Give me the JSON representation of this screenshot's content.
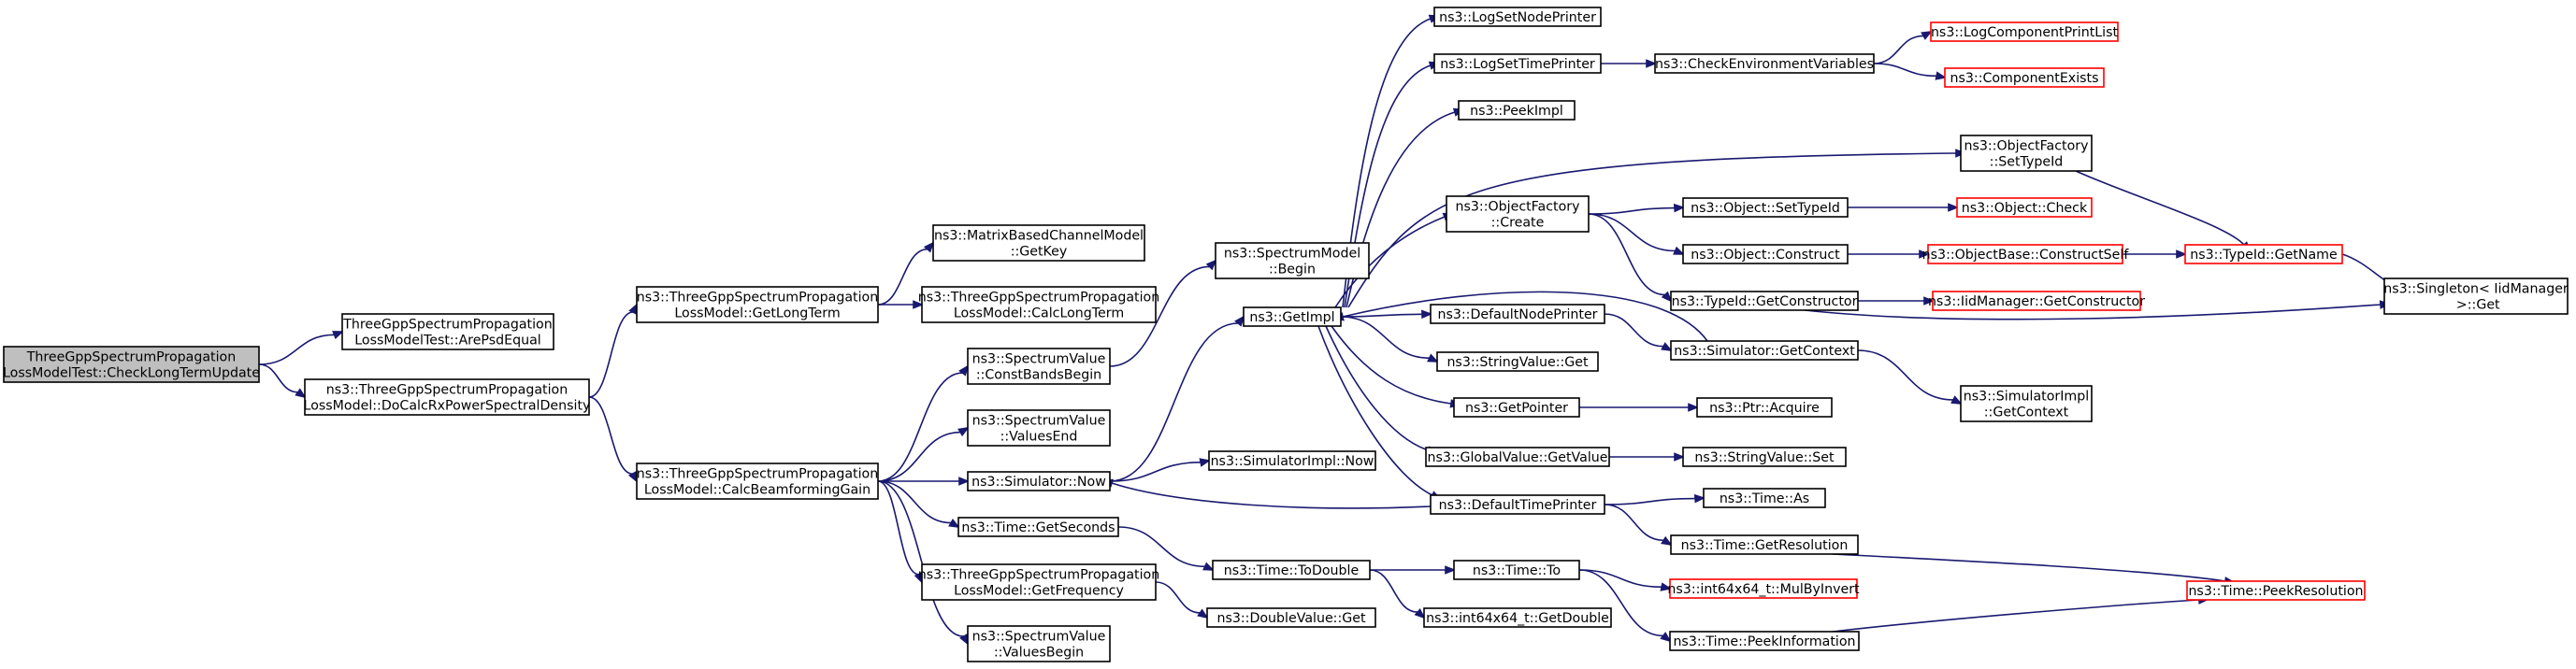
{
  "diagram": {
    "colors": {
      "node_fill": "#ffffff",
      "root_fill": "#bfbfbf",
      "node_border": "#000000",
      "truncated_border": "#ff0000",
      "edge": "#191970"
    },
    "nodes": [
      {
        "id": "root",
        "label": [
          "ThreeGppSpectrumPropagation",
          "LossModelTest::CheckLongTermUpdate"
        ],
        "root": true
      },
      {
        "id": "arePsdEqual",
        "label": [
          "ThreeGppSpectrumPropagation",
          "LossModelTest::ArePsdEqual"
        ]
      },
      {
        "id": "doCalcRx",
        "label": [
          "ns3::ThreeGppSpectrumPropagation",
          "LossModel::DoCalcRxPowerSpectralDensity"
        ]
      },
      {
        "id": "getLongTerm",
        "label": [
          "ns3::ThreeGppSpectrumPropagation",
          "LossModel::GetLongTerm"
        ]
      },
      {
        "id": "calcBf",
        "label": [
          "ns3::ThreeGppSpectrumPropagation",
          "LossModel::CalcBeamformingGain"
        ]
      },
      {
        "id": "getKey",
        "label": [
          "ns3::MatrixBasedChannelModel",
          "::GetKey"
        ]
      },
      {
        "id": "calcLongTerm",
        "label": [
          "ns3::ThreeGppSpectrumPropagation",
          "LossModel::CalcLongTerm"
        ]
      },
      {
        "id": "constBandsBegin",
        "label": [
          "ns3::SpectrumValue",
          "::ConstBandsBegin"
        ]
      },
      {
        "id": "valuesEnd",
        "label": [
          "ns3::SpectrumValue",
          "::ValuesEnd"
        ]
      },
      {
        "id": "simNow",
        "label": [
          "ns3::Simulator::Now"
        ]
      },
      {
        "id": "getSeconds",
        "label": [
          "ns3::Time::GetSeconds"
        ]
      },
      {
        "id": "getFrequency",
        "label": [
          "ns3::ThreeGppSpectrumPropagation",
          "LossModel::GetFrequency"
        ]
      },
      {
        "id": "valuesBegin",
        "label": [
          "ns3::SpectrumValue",
          "::ValuesBegin"
        ]
      },
      {
        "id": "spectrumModelBegin",
        "label": [
          "ns3::SpectrumModel",
          "::Begin"
        ]
      },
      {
        "id": "getImpl",
        "label": [
          "ns3::GetImpl"
        ]
      },
      {
        "id": "simImplNow",
        "label": [
          "ns3::SimulatorImpl::Now"
        ]
      },
      {
        "id": "toDouble",
        "label": [
          "ns3::Time::ToDouble"
        ]
      },
      {
        "id": "doubleValueGet",
        "label": [
          "ns3::DoubleValue::Get"
        ]
      },
      {
        "id": "logSetNodePrinter",
        "label": [
          "ns3::LogSetNodePrinter"
        ]
      },
      {
        "id": "logSetTimePrinter",
        "label": [
          "ns3::LogSetTimePrinter"
        ]
      },
      {
        "id": "peekImpl",
        "label": [
          "ns3::PeekImpl"
        ]
      },
      {
        "id": "objFactoryCreate",
        "label": [
          "ns3::ObjectFactory",
          "::Create"
        ]
      },
      {
        "id": "defaultNodePrinter",
        "label": [
          "ns3::DefaultNodePrinter"
        ]
      },
      {
        "id": "stringValueGet",
        "label": [
          "ns3::StringValue::Get"
        ]
      },
      {
        "id": "getPointer",
        "label": [
          "ns3::GetPointer"
        ]
      },
      {
        "id": "globalValueGetValue",
        "label": [
          "ns3::GlobalValue::GetValue"
        ]
      },
      {
        "id": "defaultTimePrinter",
        "label": [
          "ns3::DefaultTimePrinter"
        ]
      },
      {
        "id": "timeTo",
        "label": [
          "ns3::Time::To"
        ]
      },
      {
        "id": "int64GetDouble",
        "label": [
          "ns3::int64x64_t::GetDouble"
        ]
      },
      {
        "id": "checkEnvVars",
        "label": [
          "ns3::CheckEnvironmentVariables"
        ]
      },
      {
        "id": "objSetTypeId",
        "label": [
          "ns3::Object::SetTypeId"
        ]
      },
      {
        "id": "objConstruct",
        "label": [
          "ns3::Object::Construct"
        ]
      },
      {
        "id": "typeIdGetConstructor",
        "label": [
          "ns3::TypeId::GetConstructor"
        ]
      },
      {
        "id": "simGetContext",
        "label": [
          "ns3::Simulator::GetContext"
        ]
      },
      {
        "id": "ptrAcquire",
        "label": [
          "ns3::Ptr::Acquire"
        ]
      },
      {
        "id": "stringValueSet",
        "label": [
          "ns3::StringValue::Set"
        ]
      },
      {
        "id": "timeAs",
        "label": [
          "ns3::Time::As"
        ]
      },
      {
        "id": "timeGetResolution",
        "label": [
          "ns3::Time::GetResolution"
        ]
      },
      {
        "id": "mulByInvert",
        "label": [
          "ns3::int64x64_t::MulByInvert"
        ],
        "truncated": true
      },
      {
        "id": "peekInformation",
        "label": [
          "ns3::Time::PeekInformation"
        ]
      },
      {
        "id": "logComponentPrintList",
        "label": [
          "ns3::LogComponentPrintList"
        ],
        "truncated": true
      },
      {
        "id": "componentExists",
        "label": [
          "ns3::ComponentExists"
        ],
        "truncated": true
      },
      {
        "id": "objFactorySetTypeId",
        "label": [
          "ns3::ObjectFactory",
          "::SetTypeId"
        ]
      },
      {
        "id": "objectCheck",
        "label": [
          "ns3::Object::Check"
        ],
        "truncated": true
      },
      {
        "id": "objBaseConstructSelf",
        "label": [
          "ns3::ObjectBase::ConstructSelf"
        ],
        "truncated": true
      },
      {
        "id": "iidMgrGetConstructor",
        "label": [
          "ns3::IidManager::GetConstructor"
        ],
        "truncated": true
      },
      {
        "id": "simImplGetContext",
        "label": [
          "ns3::SimulatorImpl",
          "::GetContext"
        ]
      },
      {
        "id": "peekResolution",
        "label": [
          "ns3::Time::PeekResolution"
        ],
        "truncated": true
      },
      {
        "id": "typeIdGetName",
        "label": [
          "ns3::TypeId::GetName"
        ],
        "truncated": true
      },
      {
        "id": "singletonGet",
        "label": [
          "ns3::Singleton< IidManager",
          " >::Get"
        ]
      }
    ],
    "edges": [
      [
        "root",
        "arePsdEqual"
      ],
      [
        "root",
        "doCalcRx"
      ],
      [
        "doCalcRx",
        "getLongTerm"
      ],
      [
        "doCalcRx",
        "calcBf"
      ],
      [
        "getLongTerm",
        "getKey"
      ],
      [
        "getLongTerm",
        "calcLongTerm"
      ],
      [
        "calcBf",
        "constBandsBegin"
      ],
      [
        "calcBf",
        "valuesEnd"
      ],
      [
        "calcBf",
        "simNow"
      ],
      [
        "calcBf",
        "getSeconds"
      ],
      [
        "calcBf",
        "getFrequency"
      ],
      [
        "calcBf",
        "valuesBegin"
      ],
      [
        "constBandsBegin",
        "spectrumModelBegin"
      ],
      [
        "simNow",
        "getImpl"
      ],
      [
        "simNow",
        "simImplNow"
      ],
      [
        "getSeconds",
        "toDouble"
      ],
      [
        "getFrequency",
        "doubleValueGet"
      ],
      [
        "getImpl",
        "logSetNodePrinter"
      ],
      [
        "getImpl",
        "logSetTimePrinter"
      ],
      [
        "getImpl",
        "peekImpl"
      ],
      [
        "getImpl",
        "objFactorySetTypeId"
      ],
      [
        "getImpl",
        "objFactoryCreate"
      ],
      [
        "getImpl",
        "defaultNodePrinter"
      ],
      [
        "getImpl",
        "stringValueGet"
      ],
      [
        "getImpl",
        "getPointer"
      ],
      [
        "getImpl",
        "globalValueGetValue"
      ],
      [
        "getImpl",
        "defaultTimePrinter"
      ],
      [
        "toDouble",
        "timeTo"
      ],
      [
        "toDouble",
        "int64GetDouble"
      ],
      [
        "logSetTimePrinter",
        "checkEnvVars"
      ],
      [
        "objFactoryCreate",
        "objSetTypeId"
      ],
      [
        "objFactoryCreate",
        "objConstruct"
      ],
      [
        "objFactoryCreate",
        "typeIdGetConstructor"
      ],
      [
        "defaultNodePrinter",
        "simGetContext"
      ],
      [
        "getPointer",
        "ptrAcquire"
      ],
      [
        "globalValueGetValue",
        "stringValueSet"
      ],
      [
        "defaultTimePrinter",
        "simNow"
      ],
      [
        "defaultTimePrinter",
        "timeAs"
      ],
      [
        "defaultTimePrinter",
        "timeGetResolution"
      ],
      [
        "timeTo",
        "mulByInvert"
      ],
      [
        "timeTo",
        "peekInformation"
      ],
      [
        "checkEnvVars",
        "logComponentPrintList"
      ],
      [
        "checkEnvVars",
        "componentExists"
      ],
      [
        "objSetTypeId",
        "objectCheck"
      ],
      [
        "objConstruct",
        "objBaseConstructSelf"
      ],
      [
        "typeIdGetConstructor",
        "iidMgrGetConstructor"
      ],
      [
        "typeIdGetConstructor",
        "singletonGet"
      ],
      [
        "simGetContext",
        "getImpl"
      ],
      [
        "simGetContext",
        "simImplGetContext"
      ],
      [
        "timeGetResolution",
        "peekResolution"
      ],
      [
        "peekInformation",
        "peekResolution"
      ],
      [
        "objFactorySetTypeId",
        "typeIdGetName"
      ],
      [
        "objBaseConstructSelf",
        "typeIdGetName"
      ],
      [
        "typeIdGetName",
        "singletonGet"
      ]
    ]
  }
}
